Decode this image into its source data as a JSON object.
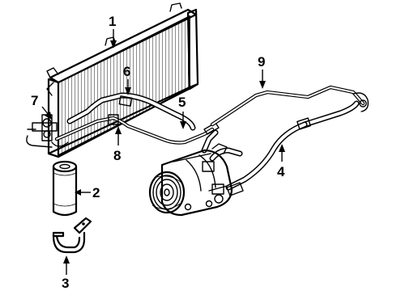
{
  "callouts": {
    "c1": "1",
    "c2": "2",
    "c3": "3",
    "c4": "4",
    "c5": "5",
    "c6": "6",
    "c7": "7",
    "c8": "8",
    "c9": "9"
  },
  "colors": {
    "ink": "#000000",
    "paper": "#ffffff"
  },
  "icons": [
    "condenser-icon",
    "receiver-drier-icon",
    "mounting-bracket-icon",
    "compressor-icon"
  ]
}
